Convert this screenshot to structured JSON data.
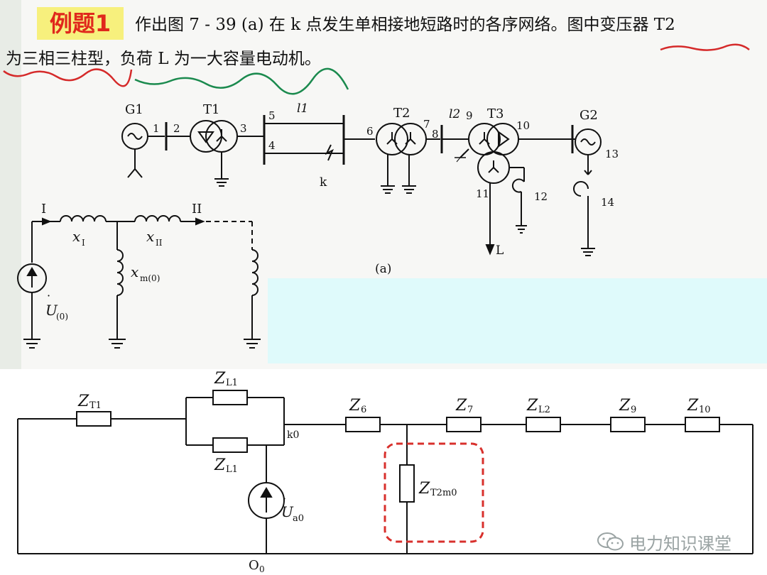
{
  "badge": "例题1",
  "problem": {
    "line1": "作出图 7 - 39 (a) 在 k 点发生单相接地短路时的各序网络。图中变压器 T2",
    "line2": "为三相三柱型，负荷 L 为一大容量电动机。"
  },
  "fig_a": {
    "g1": "G1",
    "t1": "T1",
    "t2": "T2",
    "t3": "T3",
    "g2": "G2",
    "l1": "l1",
    "l2": "l2",
    "k": "k",
    "load": "L",
    "caption": "(a)",
    "nodes": [
      "1",
      "2",
      "3",
      "4",
      "5",
      "6",
      "7",
      "8",
      "9",
      "10",
      "11",
      "12",
      "13",
      "14"
    ]
  },
  "t_model": {
    "port1": "I",
    "port2": "II",
    "x1": "x",
    "x1_sub": "I",
    "x2": "x",
    "x2_sub": "II",
    "xm": "x",
    "xm_sub": "m(0)",
    "u": "U",
    "u_sub": "(0)"
  },
  "zero_seq": {
    "zt1": "Z",
    "zt1_sub": "T1",
    "zl1a": "Z",
    "zl1a_sub": "L1",
    "zl1b": "Z",
    "zl1b_sub": "L1",
    "k0": "k0",
    "z6": "Z",
    "z6_sub": "6",
    "z7": "Z",
    "z7_sub": "7",
    "zl2": "Z",
    "zl2_sub": "L2",
    "z9": "Z",
    "z9_sub": "9",
    "z10": "Z",
    "z10_sub": "10",
    "zt2m0": "Z",
    "zt2m0_sub": "T2m0",
    "ua0": "U",
    "ua0_sub": "a0",
    "o0": "O",
    "o0_sub": "0"
  },
  "watermark": "电力知识课堂",
  "colors": {
    "badge_bg": "#f7f07d",
    "badge_text": "#e0281c",
    "underline_red": "#d52a2a",
    "underline_green": "#1b8a4e",
    "dashed_box": "#d8302c",
    "cyan": "#dffafb"
  }
}
